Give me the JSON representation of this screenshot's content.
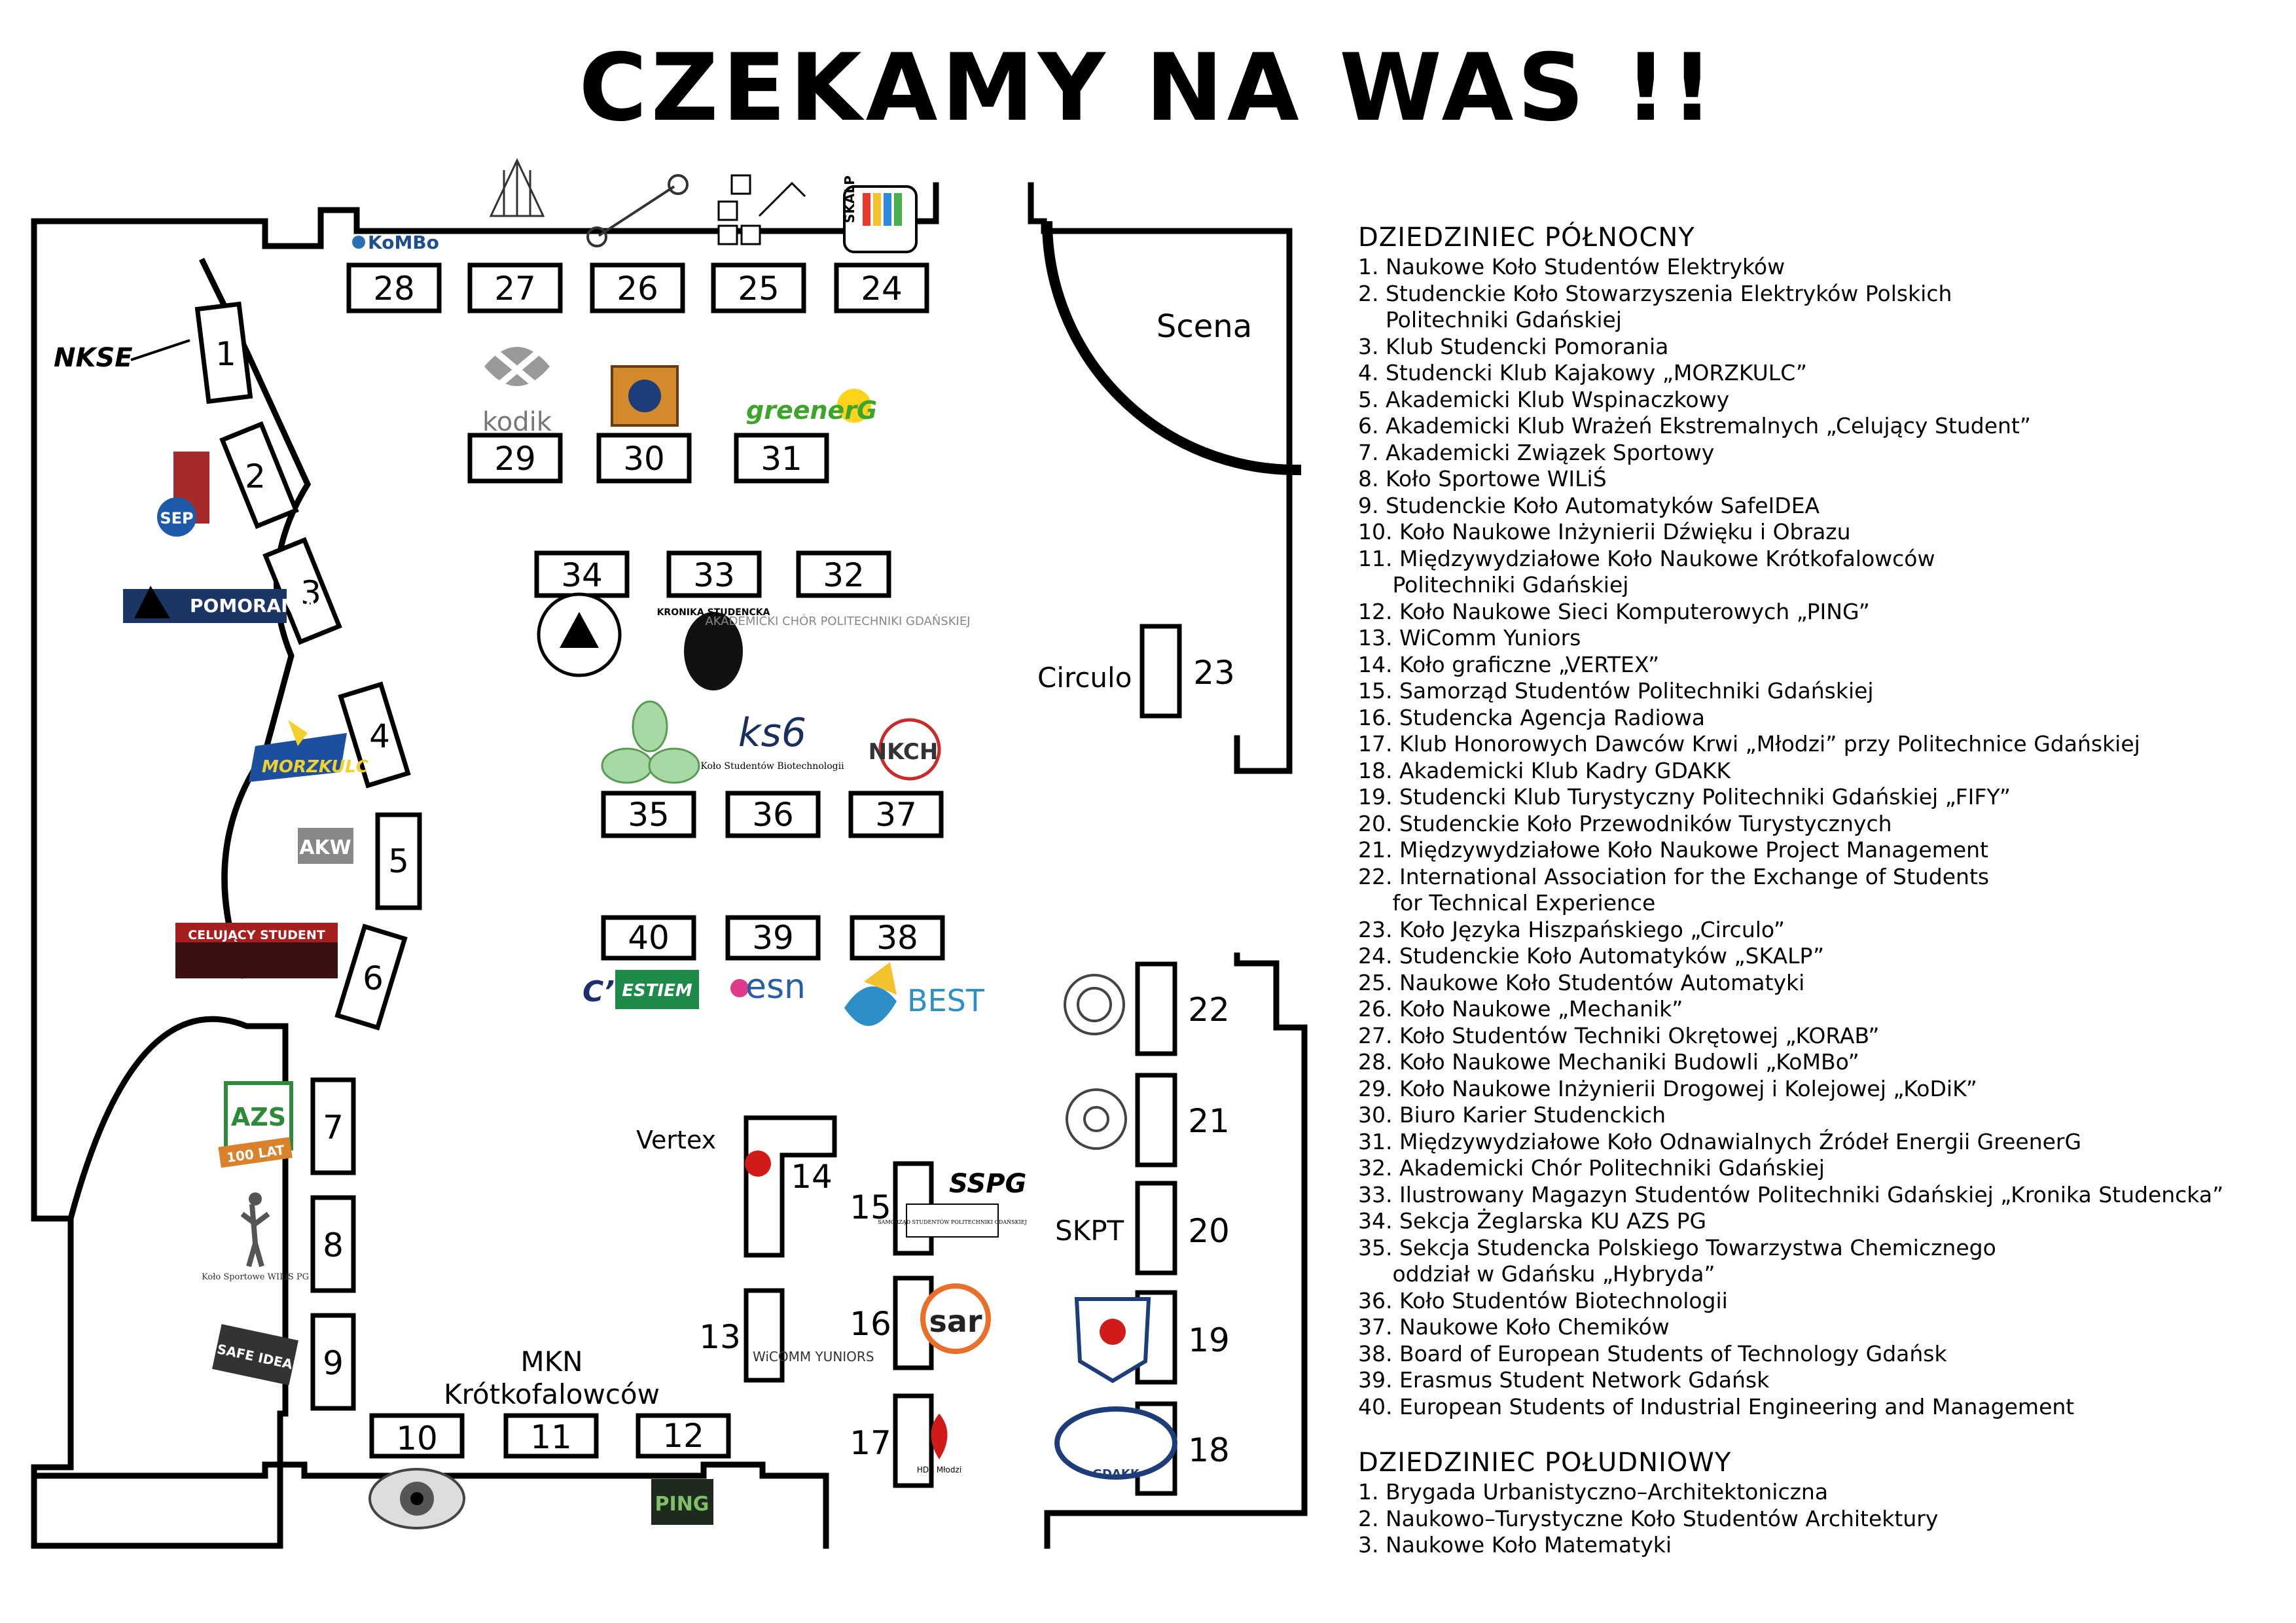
{
  "title": "CZEKAMY NA WAS !!",
  "map": {
    "stage_label": "Scena",
    "booth_23_caption": "Circulo",
    "booth_20_caption": "SKPT",
    "booth_11_caption_line1": "MKN",
    "booth_11_caption_line2": "Krótkofalowców",
    "booths": [
      "1",
      "2",
      "3",
      "4",
      "5",
      "6",
      "7",
      "8",
      "9",
      "10",
      "11",
      "12",
      "13",
      "14",
      "15",
      "16",
      "17",
      "18",
      "19",
      "20",
      "21",
      "22",
      "23",
      "24",
      "25",
      "26",
      "27",
      "28",
      "29",
      "30",
      "31",
      "32",
      "33",
      "34",
      "35",
      "36",
      "37",
      "38",
      "39",
      "40"
    ],
    "logos": {
      "nkse": "NKSE",
      "kombo": "KoMBo",
      "kodik": "kodik",
      "greenerg": "greenerG",
      "skalp": "SKALP",
      "pomorania": "POMORANIA",
      "morzkulc": "MORZKULC",
      "akw": "AKW",
      "celujacy": "CELUJĄCY STUDENT",
      "azs": "AZS",
      "azs_100": "100 LAT",
      "wilis": "Koło Sportowe WILiS PG",
      "safeidea": "SAFE IDEA",
      "ks6": "ks6",
      "ks6_sub": "Koło Studentów Biotechnologii",
      "nkch": "NKCH",
      "chor": "AKADEMICKI CHÓR POLITECHNIKI GDAŃSKIEJ",
      "kronika": "KRONIKA STUDENCKA",
      "estiem": "ESTIEM",
      "esn": "esn",
      "best": "BEST",
      "vertex": "Vertex",
      "sspg": "SSPG",
      "sspg_sub": "SAMORZĄD STUDENTÓW POLITECHNIKI GDAŃSKIEJ",
      "wicomm": "WiCOMM YUNIORS",
      "sar": "sar",
      "hdk": "HDK Młodzi",
      "gdakk": "GDAKK",
      "ping": "PING",
      "sep": "SEP"
    }
  },
  "legend": {
    "north_header": "DZIEDZINIEC PÓŁNOCNY",
    "north": [
      "1. Naukowe Koło Studentów Elektryków",
      "2. Studenckie Koło Stowarzyszenia Elektryków Polskich",
      "    Politechniki Gdańskiej",
      "3. Klub Studencki Pomorania",
      "4. Studencki Klub Kajakowy „MORZKULC”",
      "5. Akademicki Klub Wspinaczkowy",
      "6. Akademicki Klub Wrażeń Ekstremalnych „Celujący Student”",
      "7. Akademicki Związek Sportowy",
      "8. Koło Sportowe WILiŚ",
      "9. Studenckie Koło Automatyków SafeIDEA",
      "10. Koło Naukowe Inżynierii Dźwięku i Obrazu",
      "11. Międzywydziałowe Koło Naukowe Krótkofalowców",
      "     Politechniki Gdańskiej",
      "12. Koło Naukowe Sieci Komputerowych „PING”",
      "13. WiComm Yuniors",
      "14. Koło graficzne „VERTEX”",
      "15. Samorząd Studentów Politechniki Gdańskiej",
      "16. Studencka Agencja Radiowa",
      "17. Klub Honorowych Dawców Krwi „Młodzi” przy Politechnice Gdańskiej",
      "18. Akademicki Klub Kadry GDAKK",
      "19. Studencki Klub Turystyczny Politechniki Gdańskiej „FIFY”",
      "20. Studenckie Koło Przewodników Turystycznych",
      "21. Międzywydziałowe Koło Naukowe Project Management",
      "22. International Association for the Exchange of Students",
      "     for Technical Experience",
      "23. Koło Języka Hiszpańskiego „Circulo”",
      "24. Studenckie Koło Automatyków „SKALP”",
      "25. Naukowe Koło Studentów Automatyki",
      "26. Koło Naukowe „Mechanik”",
      "27. Koło Studentów Techniki Okrętowej „KORAB”",
      "28. Koło Naukowe Mechaniki Budowli „KoMBo”",
      "29. Koło Naukowe Inżynierii Drogowej i Kolejowej „KoDiK”",
      "30. Biuro Karier Studenckich",
      "31. Międzywydziałowe Koło Odnawialnych Źródeł Energii GreenerG",
      "32. Akademicki Chór Politechniki Gdańskiej",
      "33. Ilustrowany Magazyn Studentów Politechniki Gdańskiej „Kronika Studencka”",
      "34. Sekcja Żeglarska KU AZS PG",
      "35. Sekcja Studencka Polskiego Towarzystwa Chemicznego",
      "     oddział w Gdańsku „Hybryda”",
      "36. Koło Studentów Biotechnologii",
      "37. Naukowe Koło Chemików",
      "38. Board of European Students of Technology Gdańsk",
      "39. Erasmus Student Network Gdańsk",
      "40. European Students of Industrial Engineering and Management"
    ],
    "south_header": "DZIEDZINIEC POŁUDNIOWY",
    "south": [
      "1. Brygada Urbanistyczno–Architektoniczna",
      "2. Naukowo–Turystyczne Koło Studentów Architektury",
      "3. Naukowe Koło Matematyki"
    ]
  }
}
